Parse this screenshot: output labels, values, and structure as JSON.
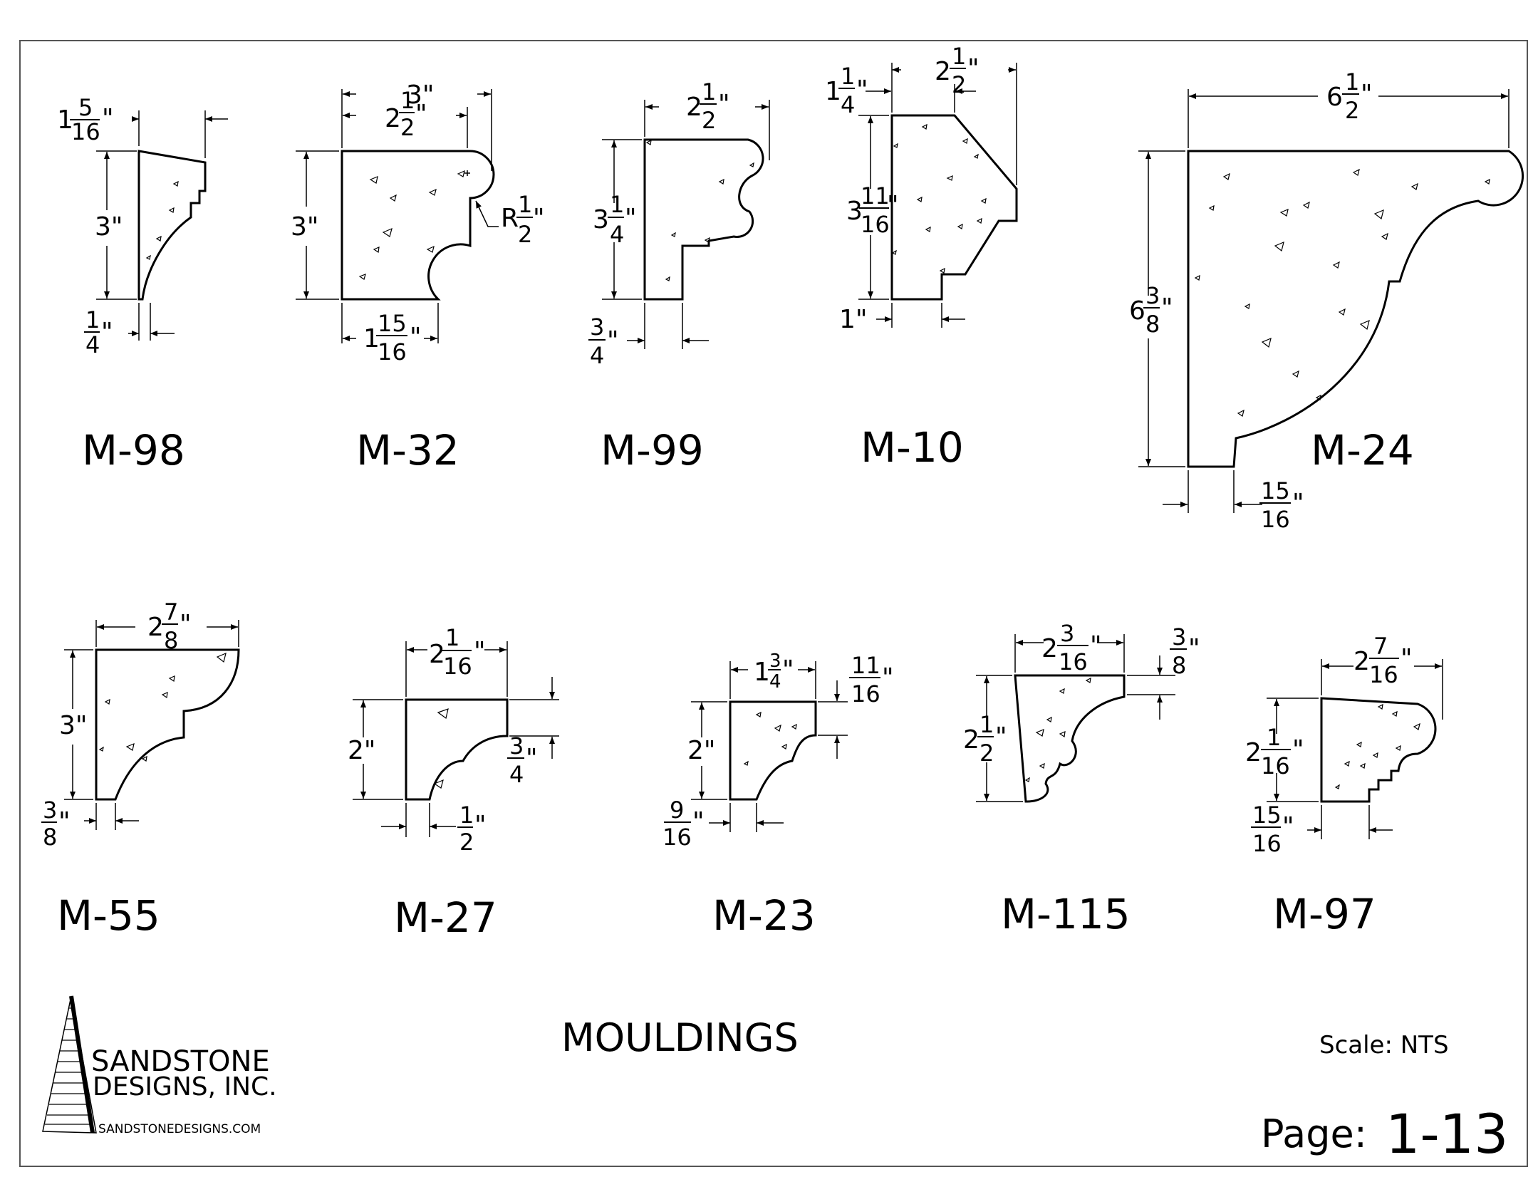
{
  "sheet": {
    "title": "MOULDINGS",
    "scale": "Scale: NTS",
    "page_label": "Page:",
    "page_number": "1-13"
  },
  "company": {
    "name_line1": "SANDSTONE",
    "name_line2": "DESIGNS, INC.",
    "website": "SANDSTONEDESIGNS.COM"
  },
  "mouldings": [
    {
      "label": "M-98",
      "dims": [
        "1 5/16\"",
        "3\"",
        "1/4\""
      ]
    },
    {
      "label": "M-32",
      "dims": [
        "3\"",
        "2 1/2\"",
        "3\"",
        "R1/2\"",
        "1 15/16\""
      ]
    },
    {
      "label": "M-99",
      "dims": [
        "2 1/2\"",
        "3 1/4\"",
        "3/4\""
      ]
    },
    {
      "label": "M-10",
      "dims": [
        "1 1/4\"",
        "2 1/2\"",
        "3 11/16\"",
        "1\""
      ]
    },
    {
      "label": "M-24",
      "dims": [
        "6 1/2\"",
        "6 3/8\"",
        "15/16\""
      ]
    },
    {
      "label": "M-55",
      "dims": [
        "2 7/8\"",
        "3\"",
        "3/8\""
      ]
    },
    {
      "label": "M-27",
      "dims": [
        "2 1/16\"",
        "2\"",
        "3/4\"",
        "1/2\""
      ]
    },
    {
      "label": "M-23",
      "dims": [
        "1 3/4\"",
        "11/16\"",
        "2\"",
        "9/16\""
      ]
    },
    {
      "label": "M-115",
      "dims": [
        "2 3/16\"",
        "3/8\"",
        "2 1/2\""
      ]
    },
    {
      "label": "M-97",
      "dims": [
        "2 7/16\"",
        "2 1/16\"",
        "15/16\""
      ]
    }
  ]
}
